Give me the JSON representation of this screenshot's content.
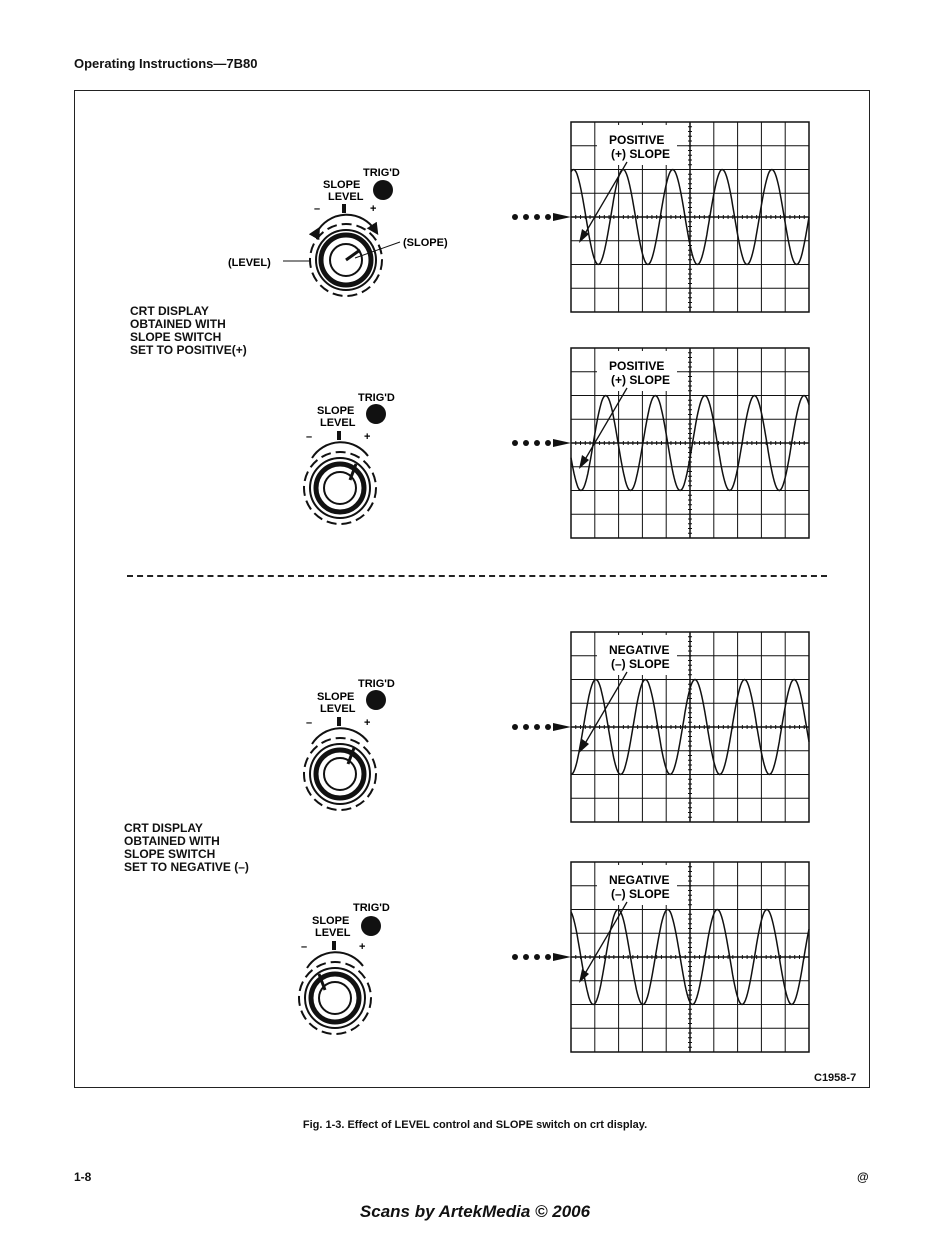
{
  "header": {
    "title": "Operating Instructions—7B80"
  },
  "figure": {
    "reference_code": "C1958-7",
    "caption": "Fig. 1-3.  Effect of LEVEL control and SLOPE switch on crt display.",
    "sections": [
      {
        "label": "CRT DISPLAY\nOBTAINED WITH\nSLOPE SWITCH\nSET TO POSITIVE(+)"
      },
      {
        "label": "CRT DISPLAY\nOBTAINED WITH\nSLOPE SWITCH\nSET TO NEGATIVE (–)"
      }
    ],
    "knob": {
      "trig_label": "TRIG'D",
      "slope_label": "SLOPE",
      "level_label": "LEVEL",
      "minus": "–",
      "plus": "+",
      "level_callout": "(LEVEL)",
      "slope_callout": "(SLOPE)"
    },
    "displays": [
      {
        "slope_line1": "POSITIVE",
        "slope_line2": "(+) SLOPE"
      },
      {
        "slope_line1": "POSITIVE",
        "slope_line2": "(+) SLOPE"
      },
      {
        "slope_line1": "NEGATIVE",
        "slope_line2": "(–) SLOPE"
      },
      {
        "slope_line1": "NEGATIVE",
        "slope_line2": "(–) SLOPE"
      }
    ]
  },
  "footer": {
    "page_number": "1-8",
    "revision_mark": "@",
    "scan_credit": "Scans by ArtekMedia © 2006"
  }
}
